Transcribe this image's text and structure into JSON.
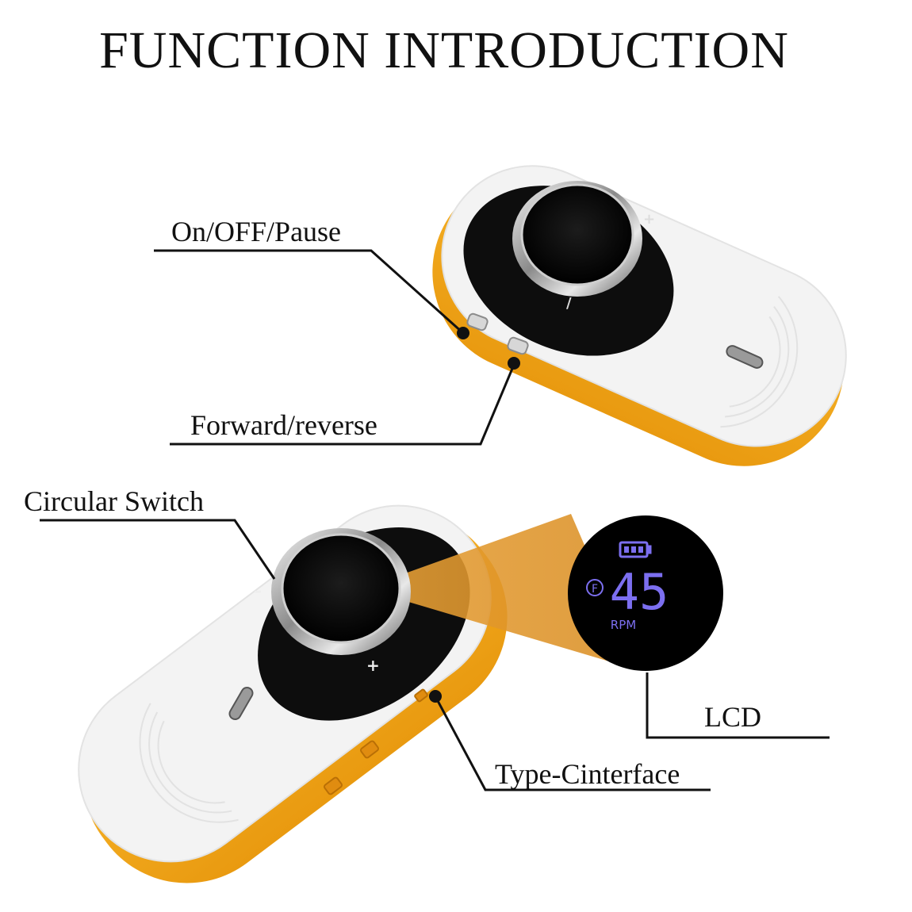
{
  "title": "FUNCTION INTRODUCTION",
  "labels": {
    "on_off_pause": "On/OFF/Pause",
    "forward_reverse": "Forward/reverse",
    "circular_switch": "Circular Switch",
    "lcd": "LCD",
    "type_c_interface": "Type-Cinterface"
  },
  "lcd_display": {
    "mode_symbol": "F",
    "speed_value": "45",
    "unit": "RPM"
  },
  "dial_marks": {
    "plus": "+",
    "minus": "–"
  },
  "colors": {
    "body_orange": "#f4a81c",
    "top_white": "#f2f2f2",
    "panel_black": "#0d0d0d",
    "lcd_purple": "#7c6ff0"
  }
}
